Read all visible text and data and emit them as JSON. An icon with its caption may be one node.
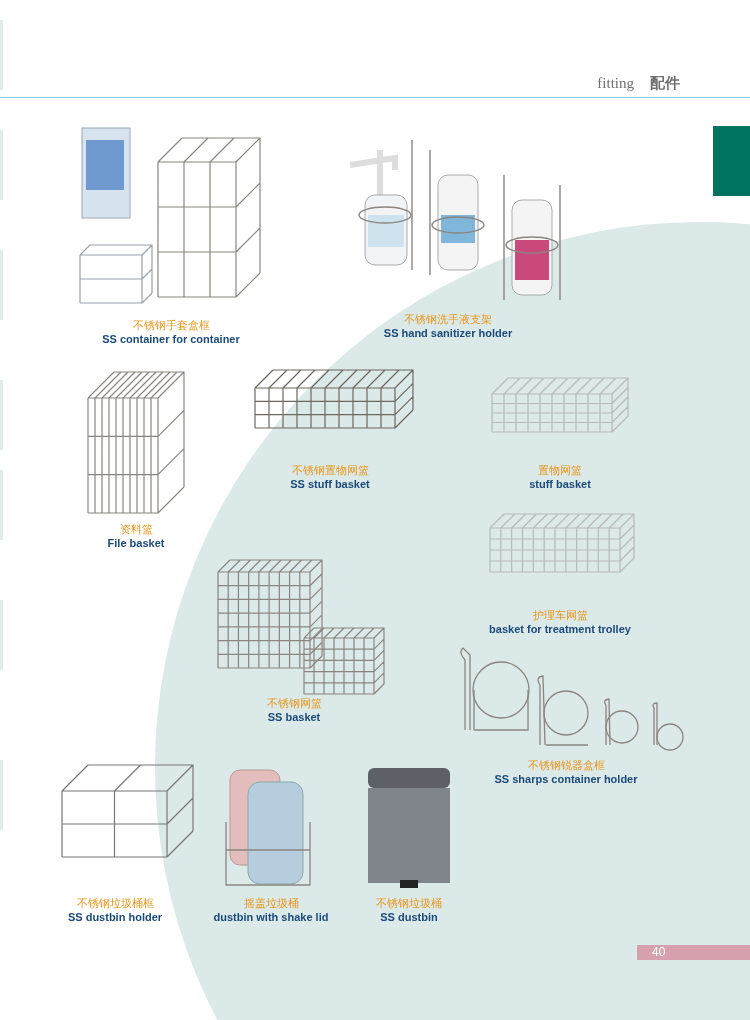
{
  "diagram": {
    "labels": [
      "fitting",
      "配件",
      "不锈钢手套盒框",
      "SS container for container",
      "不锈钢洗手液支架",
      "SS hand sanitizer holder",
      "资料篮",
      "File basket",
      "不锈钢置物网篮",
      "SS stuff basket",
      "置物网篮",
      "stuff basket",
      "护理车网篮",
      "basket for treatment trolley",
      "不锈钢网篮",
      "SS basket",
      "不锈钢锐器盒框",
      "SS sharps container holder",
      "不锈钢垃圾桶框",
      "SS dustbin holder",
      "摇盖垃圾桶",
      "dustbin with shake lid",
      "不锈钢垃圾桶",
      "SS dustbin",
      "40"
    ]
  }
}
